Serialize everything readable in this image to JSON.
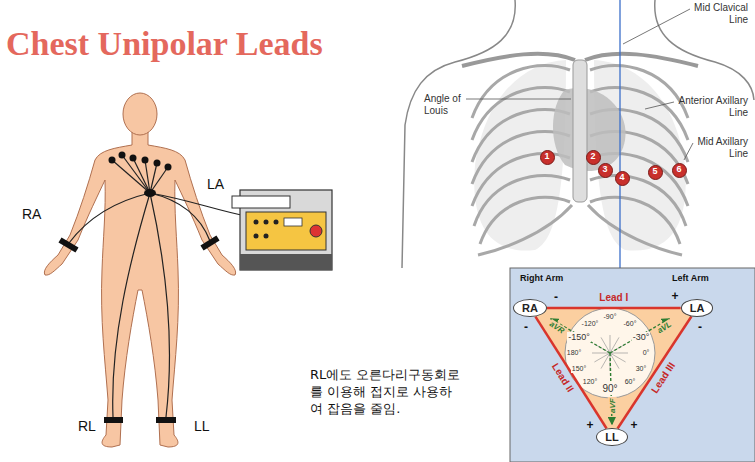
{
  "diagram": {
    "title": "Chest Unipolar Leads",
    "nodes": [
      {
        "text": [
          "1"
        ]
      },
      {
        "text": [
          "2"
        ]
      },
      {
        "text": [
          "3"
        ]
      },
      {
        "text": [
          "4"
        ]
      },
      {
        "text": [
          "5"
        ]
      },
      {
        "text": [
          "6"
        ]
      },
      {
        "text": [
          "RA"
        ]
      },
      {
        "text": [
          "LA"
        ]
      },
      {
        "text": [
          "LL"
        ]
      }
    ],
    "edges": [
      {
        "from": 6,
        "to": 7,
        "arrow": "none",
        "label": "Lead I"
      },
      {
        "from": 6,
        "to": 8,
        "arrow": "none",
        "label": "Lead II"
      },
      {
        "from": 7,
        "to": 8,
        "arrow": "none",
        "label": "Lead III"
      }
    ],
    "labels": [
      "RA",
      "LA",
      "RL",
      "LL",
      "RL에도 오른다리구동회로를 이용해 접지로 사용하여 잡음을 줄임.",
      "Mid Clavical Line",
      "Angle of Louis",
      "Anterior Axillary Line",
      "Mid Axillary Line",
      "Right Arm",
      "Left Arm",
      "aVR",
      "aVL",
      "aVF",
      "-",
      "+",
      "-",
      "-",
      "+",
      "+",
      "-120°",
      "-90°",
      "-60°",
      "-150°",
      "-30°",
      "180°",
      "0°",
      "150°",
      "30°",
      "120°",
      "60°",
      "90°"
    ]
  }
}
